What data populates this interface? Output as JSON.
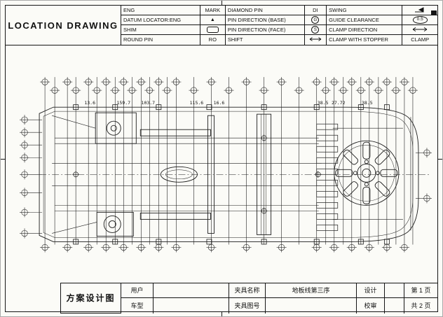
{
  "sheet": {
    "title": "LOCATION DRAWING"
  },
  "legend": {
    "rows": [
      {
        "name": "ENG",
        "mark": "MARK",
        "desc": "DIAMOND PIN",
        "mark2": "DI",
        "desc2": "SWING"
      },
      {
        "name": "DATUM LOCATOR:ENG",
        "mark": "▲",
        "desc": "PIN DIRECTION (BASE)",
        "mark2": "G",
        "desc2": "GUIDE CLEARANCE",
        "value": "0.5"
      },
      {
        "name": "SHIM",
        "desc": "PIN DIRECTION (FACE)",
        "mark2": "S",
        "desc2": "CLAMP DIRECTION"
      },
      {
        "name": "ROUND PIN",
        "mark": "RO",
        "desc": "SHIFT",
        "desc2": "CLAMP WITH STOPPER",
        "value": "CLAMP"
      }
    ]
  },
  "drawing": {
    "dims": [
      "13.6",
      "159.7",
      "103.7",
      "115.6",
      "16.6",
      "38.5",
      "27.72",
      "38.5"
    ]
  },
  "footer": {
    "title": "方案设计图",
    "user_label": "用户",
    "model_label": "车型",
    "fixture_name_label": "夹具名称",
    "fixture_name_value": "地板线第三序",
    "fixture_no_label": "夹具图号",
    "design_label": "设计",
    "check_label": "校审",
    "page_label": "第 1 页",
    "pages_label": "共 2 页"
  }
}
